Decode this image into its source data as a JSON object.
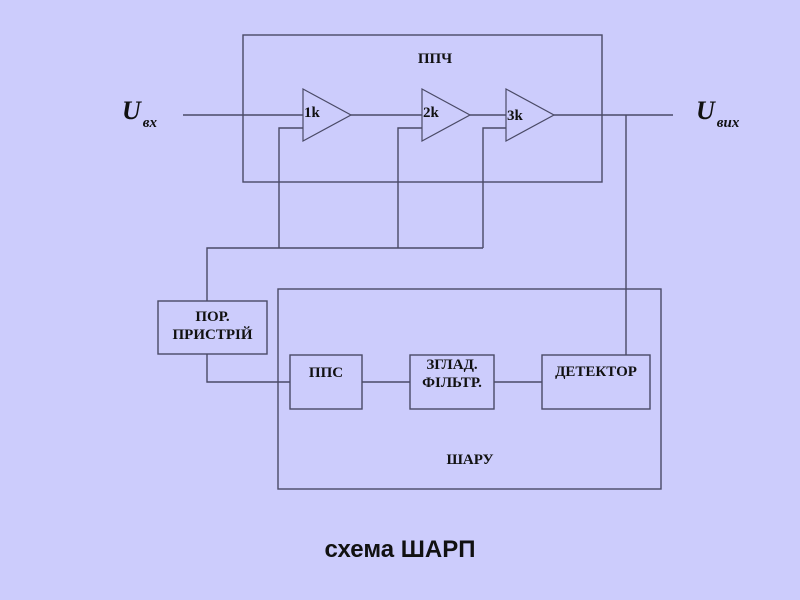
{
  "diagram": {
    "caption": "схема ШАРП",
    "input_label": {
      "main": "U",
      "sub": "вх"
    },
    "output_label": {
      "main": "U",
      "sub": "вих"
    },
    "blocks": {
      "ppch": "ППЧ",
      "amp1": "1k",
      "amp2": "2k",
      "amp3": "3k",
      "por_line1": "ПОР.",
      "por_line2": "ПРИСТРІЙ",
      "pps": "ППС",
      "filter_line1": "ЗГЛАД.",
      "filter_line2": "ФІЛЬТР.",
      "detector": "ДЕТЕКТОР",
      "sharu": "ШАРУ"
    },
    "colors": {
      "background": "#ccccfc",
      "line": "#4a4a66",
      "text": "#111111"
    }
  }
}
